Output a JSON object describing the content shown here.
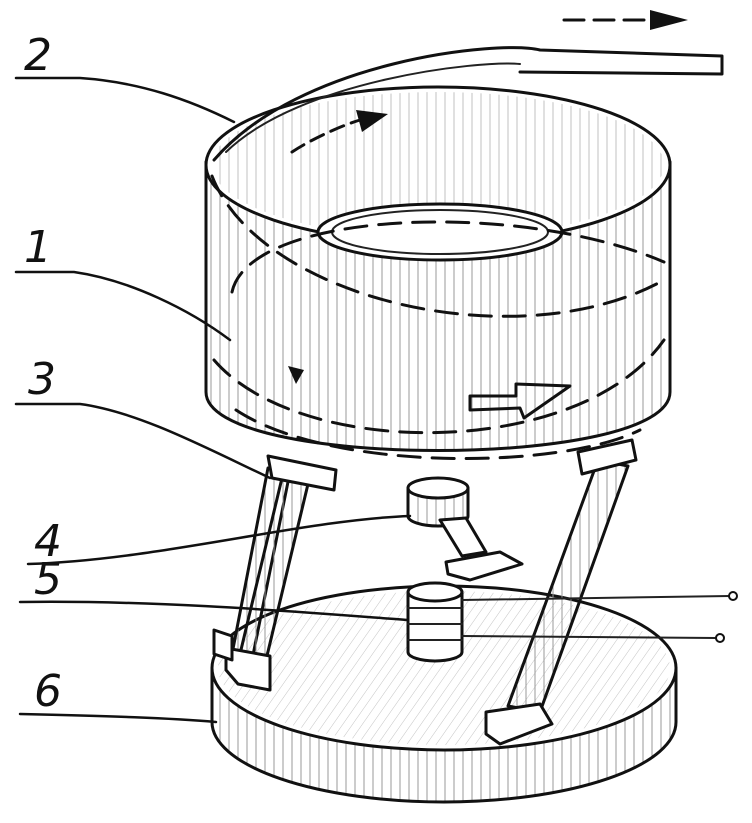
{
  "labels": [
    {
      "id": "1",
      "text": "1"
    },
    {
      "id": "2",
      "text": "2"
    },
    {
      "id": "3",
      "text": "3"
    },
    {
      "id": "4",
      "text": "4"
    },
    {
      "id": "5",
      "text": "5"
    },
    {
      "id": "6",
      "text": "6"
    }
  ],
  "colors": {
    "ink": "#111111",
    "paper": "#ffffff",
    "shading": "#777777"
  }
}
